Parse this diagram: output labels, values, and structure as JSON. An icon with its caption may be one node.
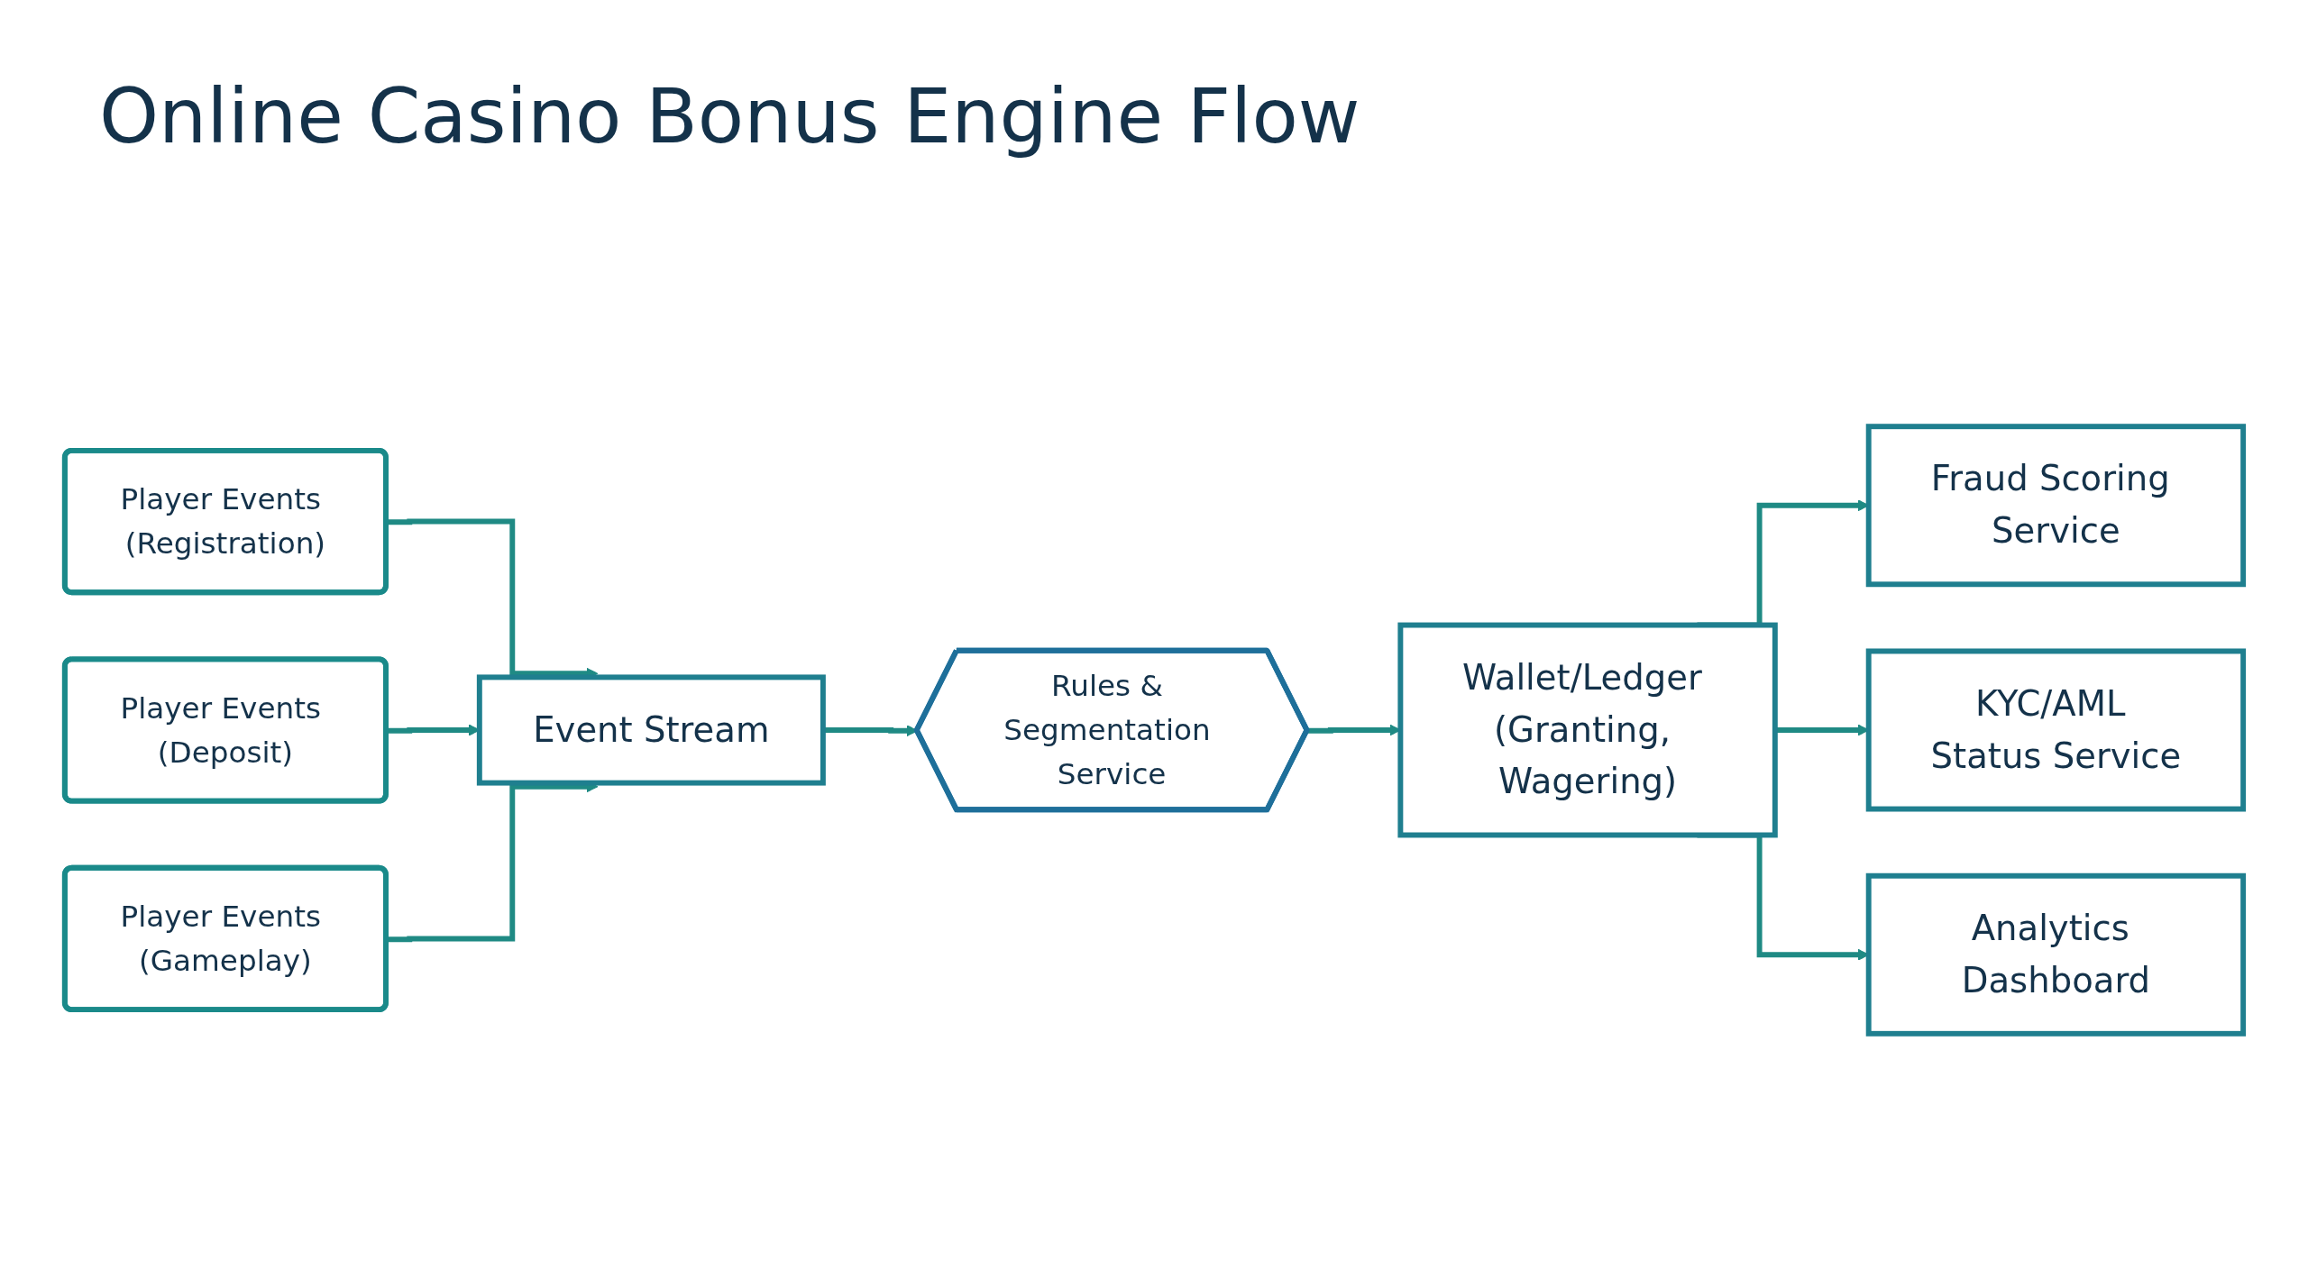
{
  "diagram": {
    "title": "Online Casino Bonus Engine Flow",
    "nodes": [
      {
        "text": [
          "Player Events (Registration)"
        ]
      },
      {
        "text": [
          "Player Events (Deposit)"
        ]
      },
      {
        "text": [
          "Player Events (Gameplay)"
        ]
      },
      {
        "text": [
          "Event Stream"
        ]
      },
      {
        "text": [
          "Rules & Segmentation Service"
        ]
      },
      {
        "text": [
          "Fraud Scoring Service"
        ]
      },
      {
        "text": [
          "Wallet/Ledger (Granting, Wagering)"
        ]
      },
      {
        "text": [
          "KYC/AML Status Service"
        ]
      },
      {
        "text": [
          "Analytics Dashboard"
        ]
      }
    ],
    "edges": [
      {
        "from": 0,
        "to": 3,
        "arrow": "to"
      },
      {
        "from": 1,
        "to": 3,
        "arrow": "to"
      },
      {
        "from": 2,
        "to": 3,
        "arrow": "to"
      },
      {
        "from": 3,
        "to": 4,
        "arrow": "to"
      },
      {
        "from": 4,
        "to": 6,
        "arrow": "to"
      },
      {
        "from": 6,
        "to": 5,
        "arrow": "to"
      },
      {
        "from": 6,
        "to": 7,
        "arrow": "to"
      },
      {
        "from": 6,
        "to": 8,
        "arrow": "to"
      }
    ]
  }
}
